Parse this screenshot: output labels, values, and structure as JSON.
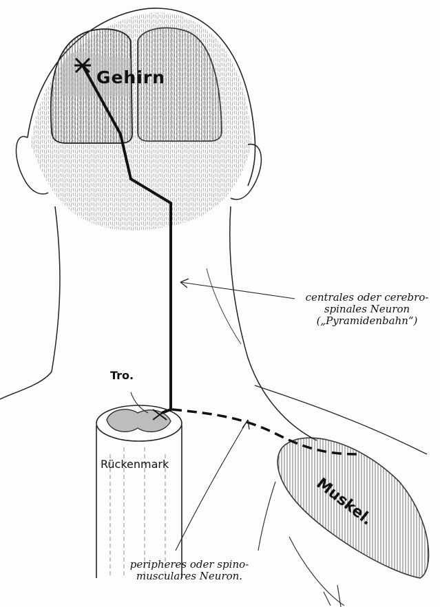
{
  "labels": {
    "brain": "Gehirn",
    "central_line1": "centrales oder cerebro-",
    "central_line2": "spinales Neuron",
    "central_line3": "(„Pyramidenbahn“)",
    "tract": "Tro.",
    "spinal_cord": "Rückenmark",
    "muscle": "Muskel.",
    "peripheral_line1": "peripheres oder spino-",
    "peripheral_line2": "musculares Neuron."
  },
  "colors": {
    "ink": "#111111",
    "paper": "#fdfdfb",
    "shading": "#bdbdbd"
  }
}
